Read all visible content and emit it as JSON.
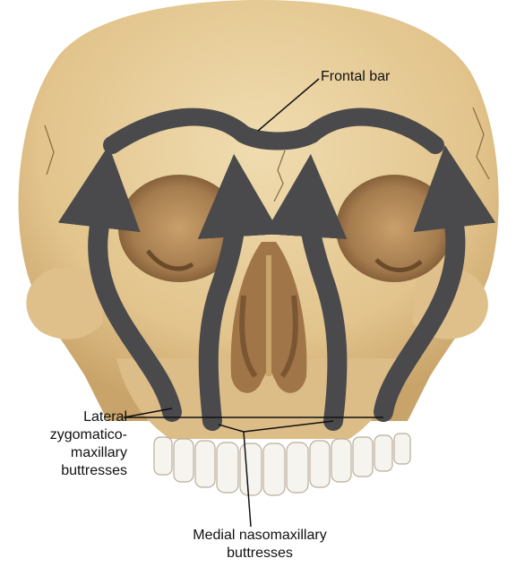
{
  "labels": {
    "frontal_bar": "Frontal bar",
    "lateral_buttresses": [
      "Lateral",
      "zygomatico-",
      "maxillary",
      "buttresses"
    ],
    "medial_buttresses": [
      "Medial nasomaxillary",
      "buttresses"
    ]
  },
  "colors": {
    "bone": "#e6cd98",
    "bone_shadow": "#c8a56b",
    "cavity": "#b08858",
    "cavity_dark": "#8a6640",
    "teeth": "#f6f4ef",
    "buttress": "#4a4a4c",
    "leader_line": "#111111"
  }
}
